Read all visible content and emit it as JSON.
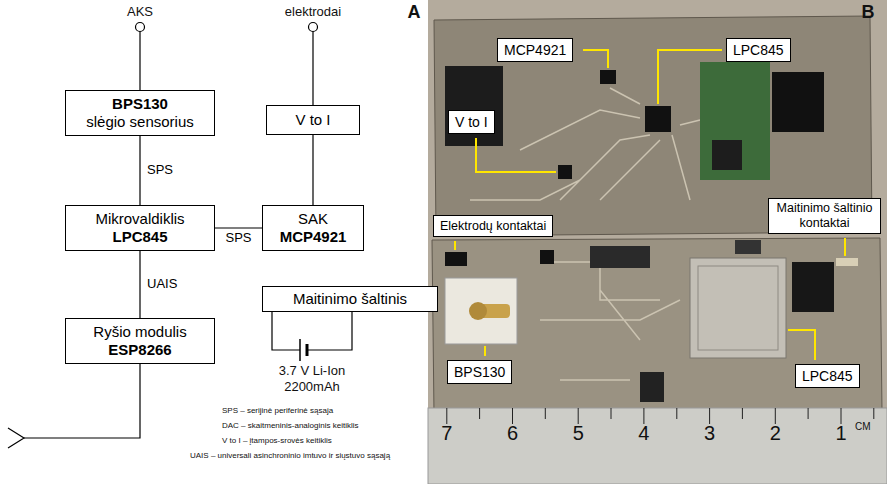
{
  "diagram": {
    "nodes": [
      {
        "text": [
          "BPS130",
          "slėgio sensorius"
        ]
      },
      {
        "text": [
          "V to I"
        ]
      },
      {
        "text": [
          "Mikrovaldiklis",
          "LPC845"
        ]
      },
      {
        "text": [
          "SAK",
          "MCP4921"
        ]
      },
      {
        "text": [
          "Maitinimo šaltinis"
        ]
      },
      {
        "text": [
          "Ryšio modulis",
          "ESP8266"
        ]
      },
      {
        "text": [
          "MCP4921"
        ]
      },
      {
        "text": [
          "LPC845"
        ]
      },
      {
        "text": [
          "V to I"
        ]
      },
      {
        "text": [
          "Maitinimo šaltinio kontaktai"
        ]
      },
      {
        "text": [
          "Elektrodų kontaktai"
        ]
      },
      {
        "text": [
          "BPS130"
        ]
      },
      {
        "text": [
          "LPC845"
        ]
      }
    ],
    "edges": [
      {
        "from": 0,
        "to": 2,
        "label": "SPS",
        "arrow": "none"
      },
      {
        "from": 2,
        "to": 3,
        "label": "SPS",
        "arrow": "none"
      },
      {
        "from": 1,
        "to": 3,
        "arrow": "none"
      },
      {
        "from": 2,
        "to": 5,
        "label": "UAIS",
        "arrow": "none"
      }
    ],
    "labels": [
      "A",
      "AKS",
      "elektrodai",
      "3.7 V Li-Ion",
      "2200mAh",
      "SPS – serijinė periferinė sąsaja",
      "DAC – skaitmeninis-analoginis keitiklis",
      "V to I – įtampos-srovės keitiklis",
      "UAIS – universali asinchroninio imtuvo ir siųstuvo sąsają",
      "B",
      "7",
      "6",
      "5",
      "4",
      "3",
      "2",
      "1",
      "CM"
    ]
  }
}
